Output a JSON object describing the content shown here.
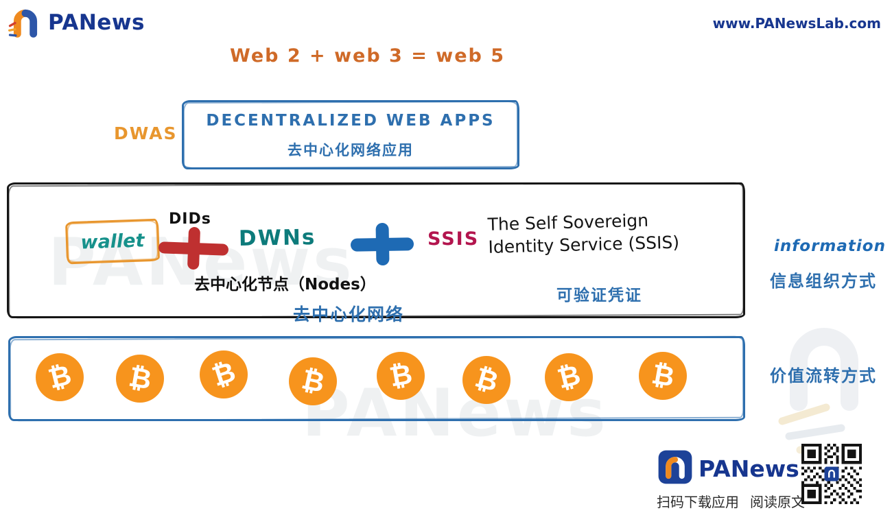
{
  "header": {
    "brand": "PANews",
    "website": "www.PANewsLab.com"
  },
  "title": "Web 2 + web 3 = web 5",
  "diagram": {
    "dwas_label": "DWAS",
    "apps_box": {
      "title_en": "DECENTRALIZED WEB APPS",
      "title_zh": "去中心化网络应用"
    },
    "network_box": {
      "wallet_label": "wallet",
      "dids_label": "DIDs",
      "dwns_label": "DWNs",
      "ssis_label": "SSIS",
      "ssis_full_line1": "The Self Sovereign",
      "ssis_full_line2": "Identity Service (SSIS)",
      "nodes_label": "去中心化节点（Nodes）",
      "credential_label": "可验证凭证",
      "network_label": "去中心化网络"
    },
    "value_box": {
      "coin_symbol": "₿",
      "coin_count": 8
    },
    "right_labels": {
      "information_en": "information",
      "information_zh": "信息组织方式",
      "value_zh": "价值流转方式"
    }
  },
  "footer": {
    "brand": "PANews",
    "caption_download": "扫码下载应用",
    "caption_read": "阅读原文"
  },
  "watermark": {
    "text": "PANews"
  },
  "colors": {
    "brand_navy": "#17368f",
    "accent_orange": "#e8962e",
    "title_orange": "#cf6a28",
    "box_blue": "#2e6fae",
    "teal": "#0d7b7b",
    "plus_red": "#bf3030",
    "plus_blue": "#1e6ab4",
    "ssis_crimson": "#b3154e",
    "bitcoin_orange": "#f7941d"
  }
}
